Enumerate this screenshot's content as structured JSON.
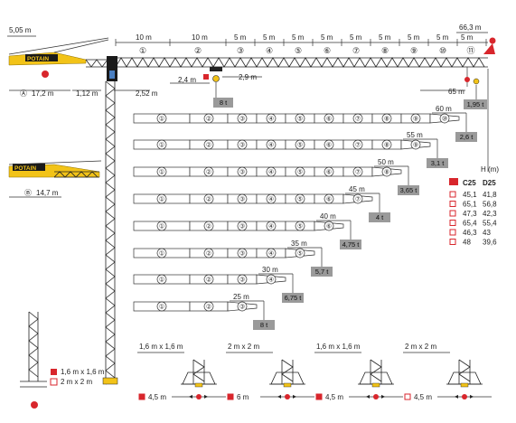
{
  "top_dims": {
    "height_a": "5,05 m",
    "height_total": "66,3 m",
    "segments": [
      "10 m",
      "10 m",
      "5 m",
      "5 m",
      "5 m",
      "5 m",
      "5 m",
      "5 m",
      "5 m",
      "5 m"
    ],
    "seg_labels": [
      "①",
      "②",
      "③",
      "④",
      "⑤",
      "⑥",
      "⑦",
      "⑧",
      "⑨",
      "⑩",
      "⑪"
    ],
    "d24": "2,4 m",
    "d29": "2,9 m",
    "d252": "2,52 m",
    "d112": "1,12 m",
    "d65": "65 m",
    "a_label": "Ⓐ",
    "a_len": "17,2 m",
    "b_label": "Ⓑ",
    "b_len": "14,7 m",
    "load_8": "8 t",
    "load_tip": "1,95 t",
    "brand": "POTAIN"
  },
  "jibs": [
    {
      "length": "60 m",
      "load": "2,6 t",
      "sections": [
        "①",
        "②",
        "③",
        "④",
        "⑤",
        "⑥",
        "⑦",
        "⑧",
        "⑨",
        "⑩"
      ]
    },
    {
      "length": "55 m",
      "load": "3,1 t",
      "sections": [
        "①",
        "②",
        "③",
        "④",
        "⑤",
        "⑥",
        "⑦",
        "⑧",
        "⑨"
      ]
    },
    {
      "length": "50 m",
      "load": "3,65 t",
      "sections": [
        "①",
        "②",
        "③",
        "④",
        "⑤",
        "⑥",
        "⑦",
        "⑧"
      ]
    },
    {
      "length": "45 m",
      "load": "4 t",
      "sections": [
        "①",
        "②",
        "③",
        "④",
        "⑤",
        "⑥",
        "⑦"
      ]
    },
    {
      "length": "40 m",
      "load": "4,75 t",
      "sections": [
        "①",
        "②",
        "③",
        "④",
        "⑤",
        "⑥"
      ]
    },
    {
      "length": "35 m",
      "load": "5,7 t",
      "sections": [
        "①",
        "②",
        "③",
        "④",
        "⑤"
      ]
    },
    {
      "length": "30 m",
      "load": "6,75 t",
      "sections": [
        "①",
        "②",
        "③",
        "④"
      ]
    },
    {
      "length": "25 m",
      "load": "8 t",
      "sections": [
        "①",
        "②",
        "③"
      ]
    }
  ],
  "height_table": {
    "title": "H (m)",
    "col1": "C25",
    "col2": "D25",
    "rows": [
      {
        "c25": "45,1",
        "d25": "41,8"
      },
      {
        "c25": "65,1",
        "d25": "56,8"
      },
      {
        "c25": "47,3",
        "d25": "42,3"
      },
      {
        "c25": "65,4",
        "d25": "55,4"
      },
      {
        "c25": "46,3",
        "d25": "43"
      },
      {
        "c25": "48",
        "d25": "39,6"
      }
    ]
  },
  "base_legend": {
    "a": "1,6 m x 1,6 m",
    "b": "2 m x 2 m"
  },
  "bases": [
    {
      "size": "1,6 m x 1,6 m",
      "dist": "4,5 m"
    },
    {
      "size": "2 m x 2 m",
      "dist": "6 m"
    },
    {
      "size": "1,6 m x 1,6 m",
      "dist": "4,5 m"
    },
    {
      "size": "2 m x 2 m",
      "dist": "4,5 m"
    }
  ],
  "colors": {
    "yellow": "#f2c318",
    "red": "#d8262c",
    "load": "#9a9a9a"
  }
}
